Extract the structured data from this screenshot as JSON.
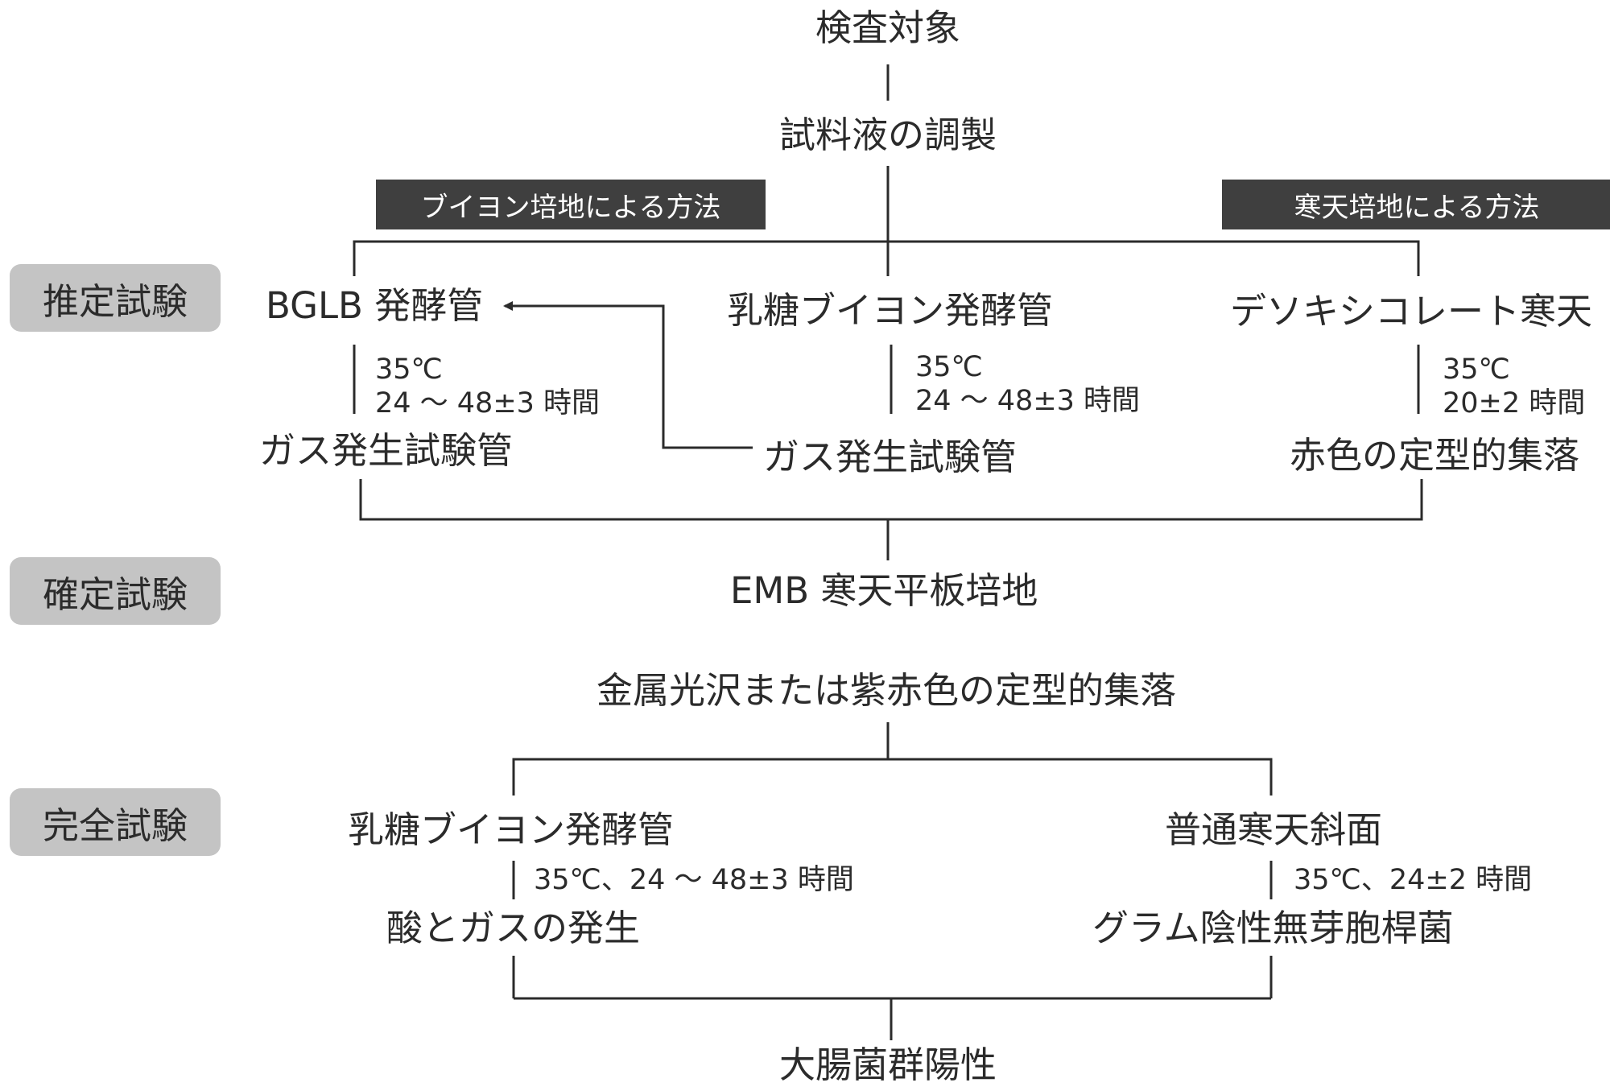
{
  "stages": {
    "presumptive": "推定試験",
    "confirmed": "確定試験",
    "completed": "完全試験"
  },
  "methods": {
    "broth": "ブイヨン培地による方法",
    "agar": "寒天培地による方法"
  },
  "top": {
    "subject": "検査対象",
    "prep": "試料液の調製"
  },
  "presumptive": {
    "left": {
      "medium": "BGLB 発酵管",
      "cond1": "35℃",
      "cond2": "24 ～ 48±3 時間",
      "result": "ガス発生試験管"
    },
    "center": {
      "medium": "乳糖ブイヨン発酵管",
      "cond1": "35℃",
      "cond2": "24 ～ 48±3 時間",
      "result": "ガス発生試験管"
    },
    "right": {
      "medium": "デソキシコレート寒天",
      "cond1": "35℃",
      "cond2": "20±2 時間",
      "result": "赤色の定型的集落"
    }
  },
  "confirmed": {
    "medium": "EMB 寒天平板培地",
    "result": "金属光沢または紫赤色の定型的集落"
  },
  "completed": {
    "left": {
      "medium": "乳糖ブイヨン発酵管",
      "cond": "35℃、24 ～ 48±3 時間",
      "result": "酸とガスの発生"
    },
    "right": {
      "medium": "普通寒天斜面",
      "cond": "35℃、24±2 時間",
      "result": "グラム陰性無芽胞桿菌"
    }
  },
  "final": "大腸菌群陽性",
  "colors": {
    "line": "#2b2b2b",
    "stage_bg": "#c4c4c4",
    "method_bg": "#3f3f3f"
  }
}
